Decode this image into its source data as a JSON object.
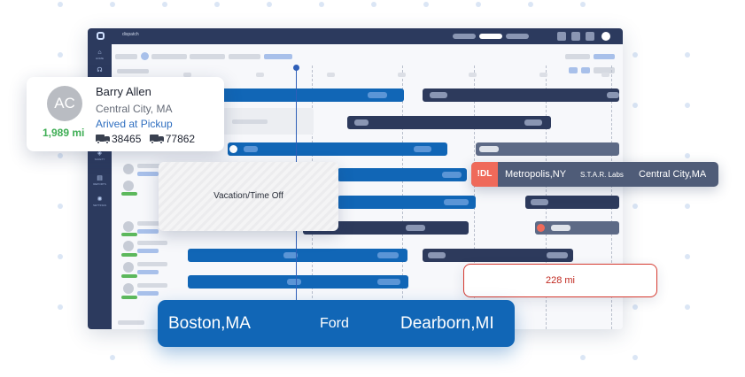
{
  "app": {
    "title": "dispatch"
  },
  "sidebar": {
    "items": [
      {
        "label": "HOME",
        "icon": "home-icon"
      },
      {
        "label": "",
        "icon": "headset-icon"
      },
      {
        "label": "",
        "icon": "truck-icon"
      },
      {
        "label": "SAFETY",
        "icon": "shield-icon"
      },
      {
        "label": "REPORTS",
        "icon": "report-icon"
      },
      {
        "label": "SETTINGS",
        "icon": "gear-icon"
      }
    ]
  },
  "driver_card": {
    "initials": "AC",
    "miles": "1,989 mi",
    "name": "Barry Allen",
    "location": "Central City, MA",
    "status": "Arived at Pickup",
    "truck_number": "38465",
    "trailer_number": "77862"
  },
  "vacation_card": {
    "label": "Vacation/Time Off"
  },
  "route_card": {
    "badge": "!DL",
    "from": "Metropolis,NY",
    "via": "S.T.A.R. Labs",
    "to": "Central City,MA"
  },
  "distance_card": {
    "label": "228 mi"
  },
  "load_card": {
    "origin": "Boston,MA",
    "carrier": "Ford",
    "destination": "Dearborn,MI"
  },
  "colors": {
    "primary": "#1166b6",
    "navy": "#2d3a5c",
    "slate": "#5d6a86",
    "alert": "#ef6a5a",
    "success": "#3fae55",
    "status_link": "#2f6fc0"
  }
}
